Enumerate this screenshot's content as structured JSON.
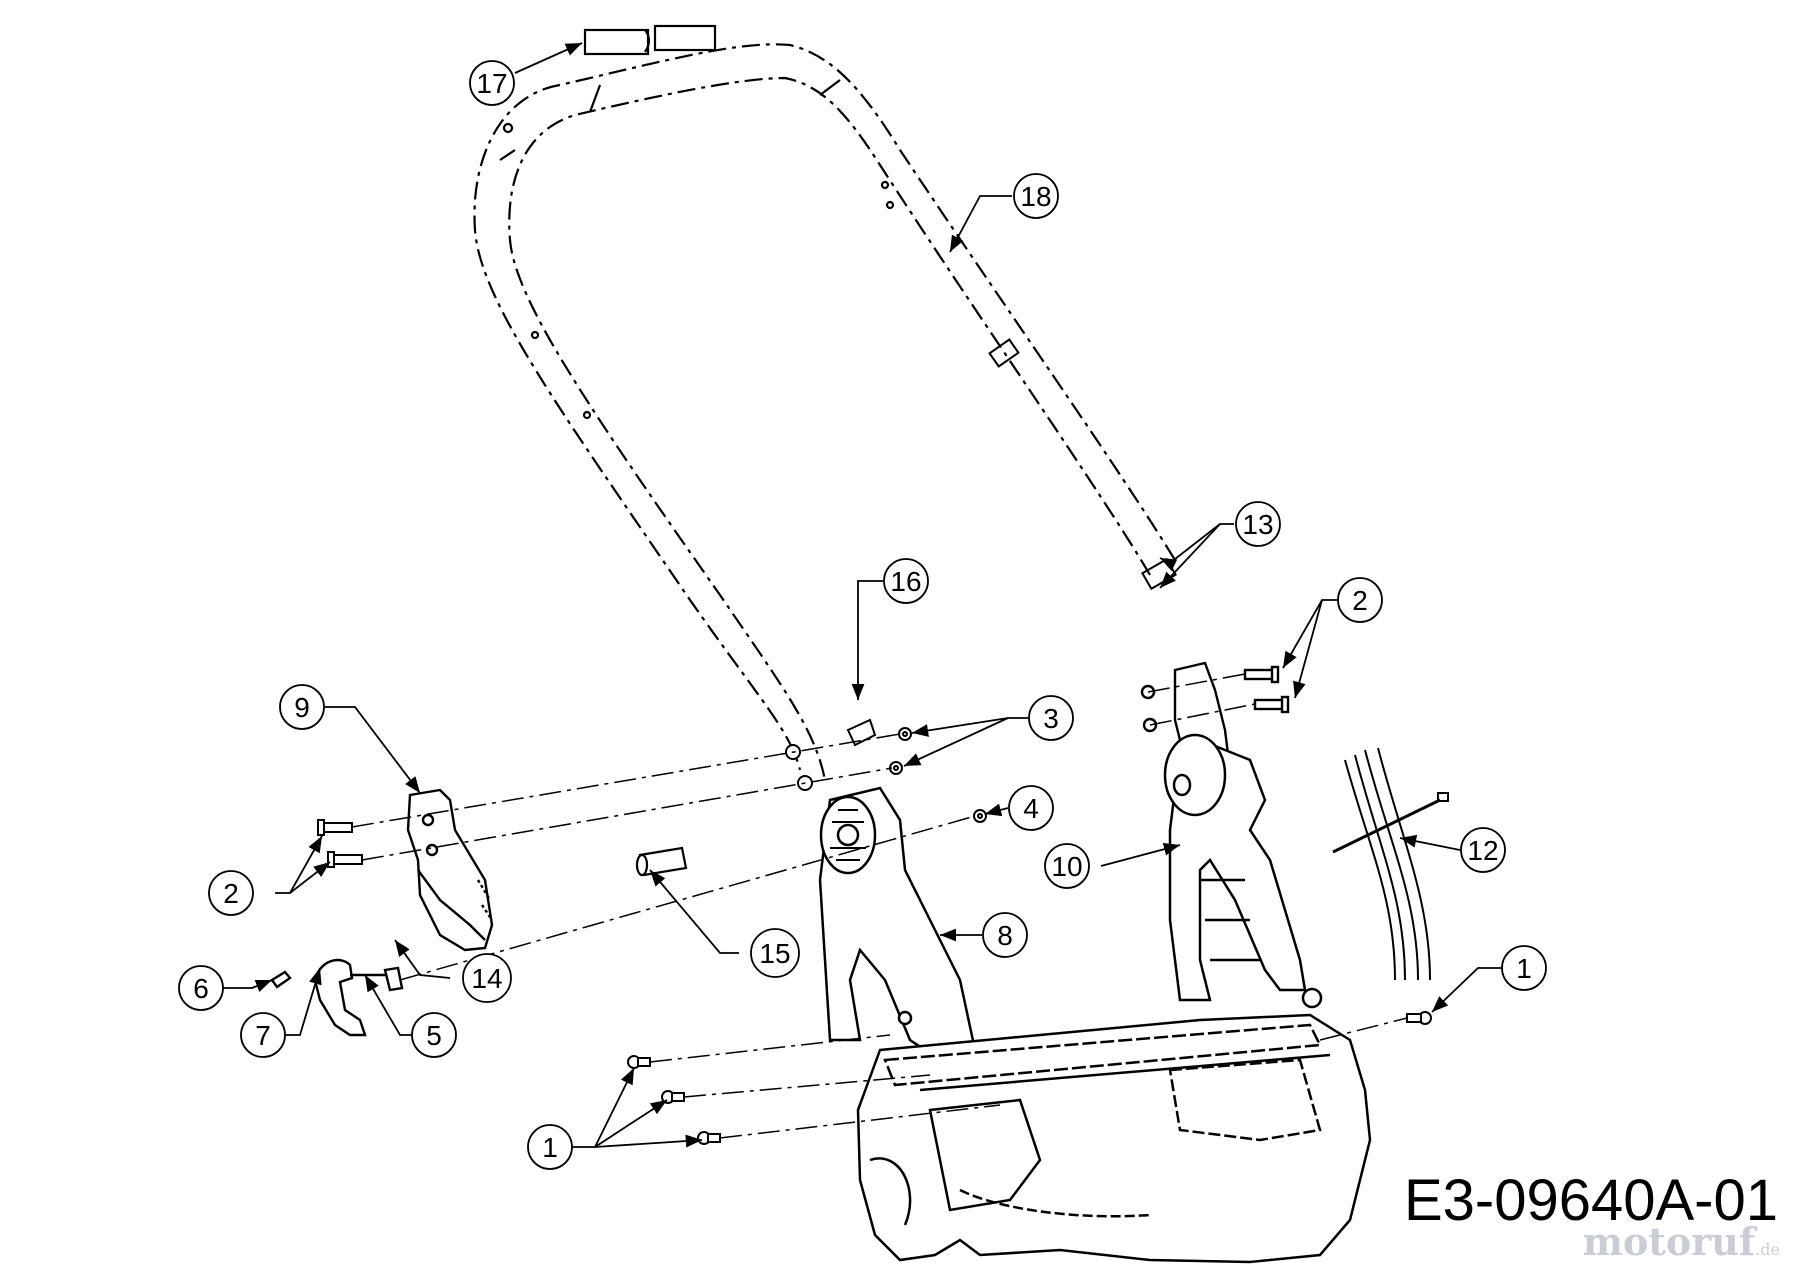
{
  "part_number": "E3-09640A-01",
  "watermark": {
    "main": "motoruf",
    "suffix": ".de"
  },
  "callouts": [
    {
      "id": "c1a",
      "label": "1"
    },
    {
      "id": "c1b",
      "label": "1"
    },
    {
      "id": "c2a",
      "label": "2"
    },
    {
      "id": "c2b",
      "label": "2"
    },
    {
      "id": "c3",
      "label": "3"
    },
    {
      "id": "c4",
      "label": "4"
    },
    {
      "id": "c5",
      "label": "5"
    },
    {
      "id": "c6",
      "label": "6"
    },
    {
      "id": "c7",
      "label": "7"
    },
    {
      "id": "c8",
      "label": "8"
    },
    {
      "id": "c9",
      "label": "9"
    },
    {
      "id": "c10",
      "label": "10"
    },
    {
      "id": "c12",
      "label": "12"
    },
    {
      "id": "c13",
      "label": "13"
    },
    {
      "id": "c14",
      "label": "14"
    },
    {
      "id": "c15",
      "label": "15"
    },
    {
      "id": "c16",
      "label": "16"
    },
    {
      "id": "c17",
      "label": "17"
    },
    {
      "id": "c18",
      "label": "18"
    }
  ]
}
